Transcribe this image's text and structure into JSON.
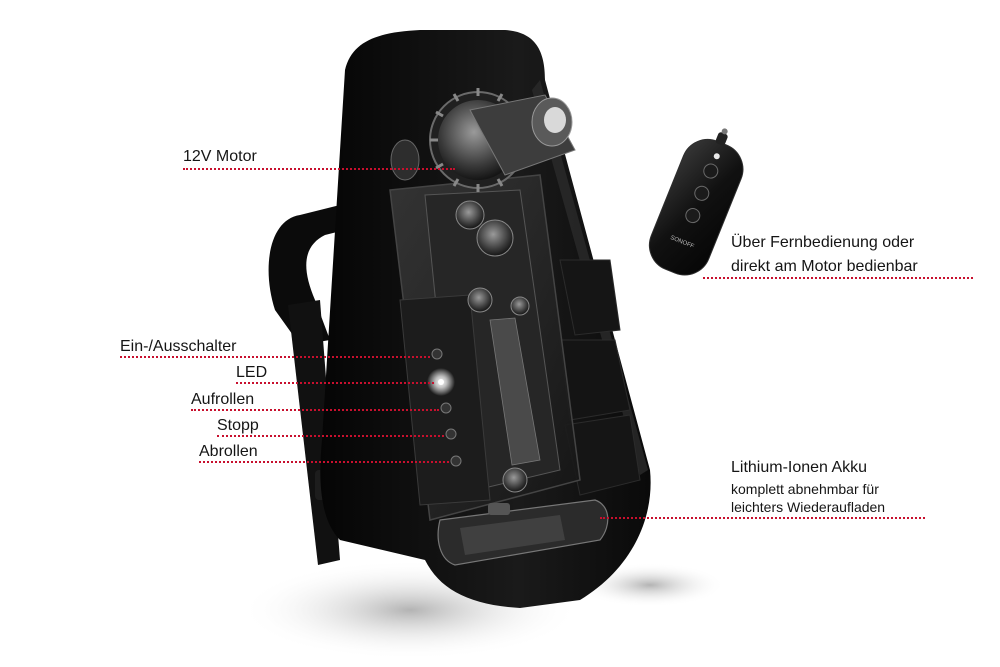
{
  "labels": {
    "motor": "12V Motor",
    "remote_line1": "Über Fernbedienung oder",
    "remote_line2": "direkt am Motor bedienbar",
    "switch": "Ein-/Ausschalter",
    "led": "LED",
    "roll_up": "Aufrollen",
    "stop": "Stopp",
    "roll_down": "Abrollen",
    "battery_title": "Lithium-Ionen Akku",
    "battery_line2": "komplett abnehmbar für",
    "battery_line3": "leichters Wiederaufladen"
  },
  "remote_logo": "SONOFF",
  "colors": {
    "leader": "#c8102e",
    "device_body": "#0d0d0d",
    "background": "#ffffff"
  }
}
